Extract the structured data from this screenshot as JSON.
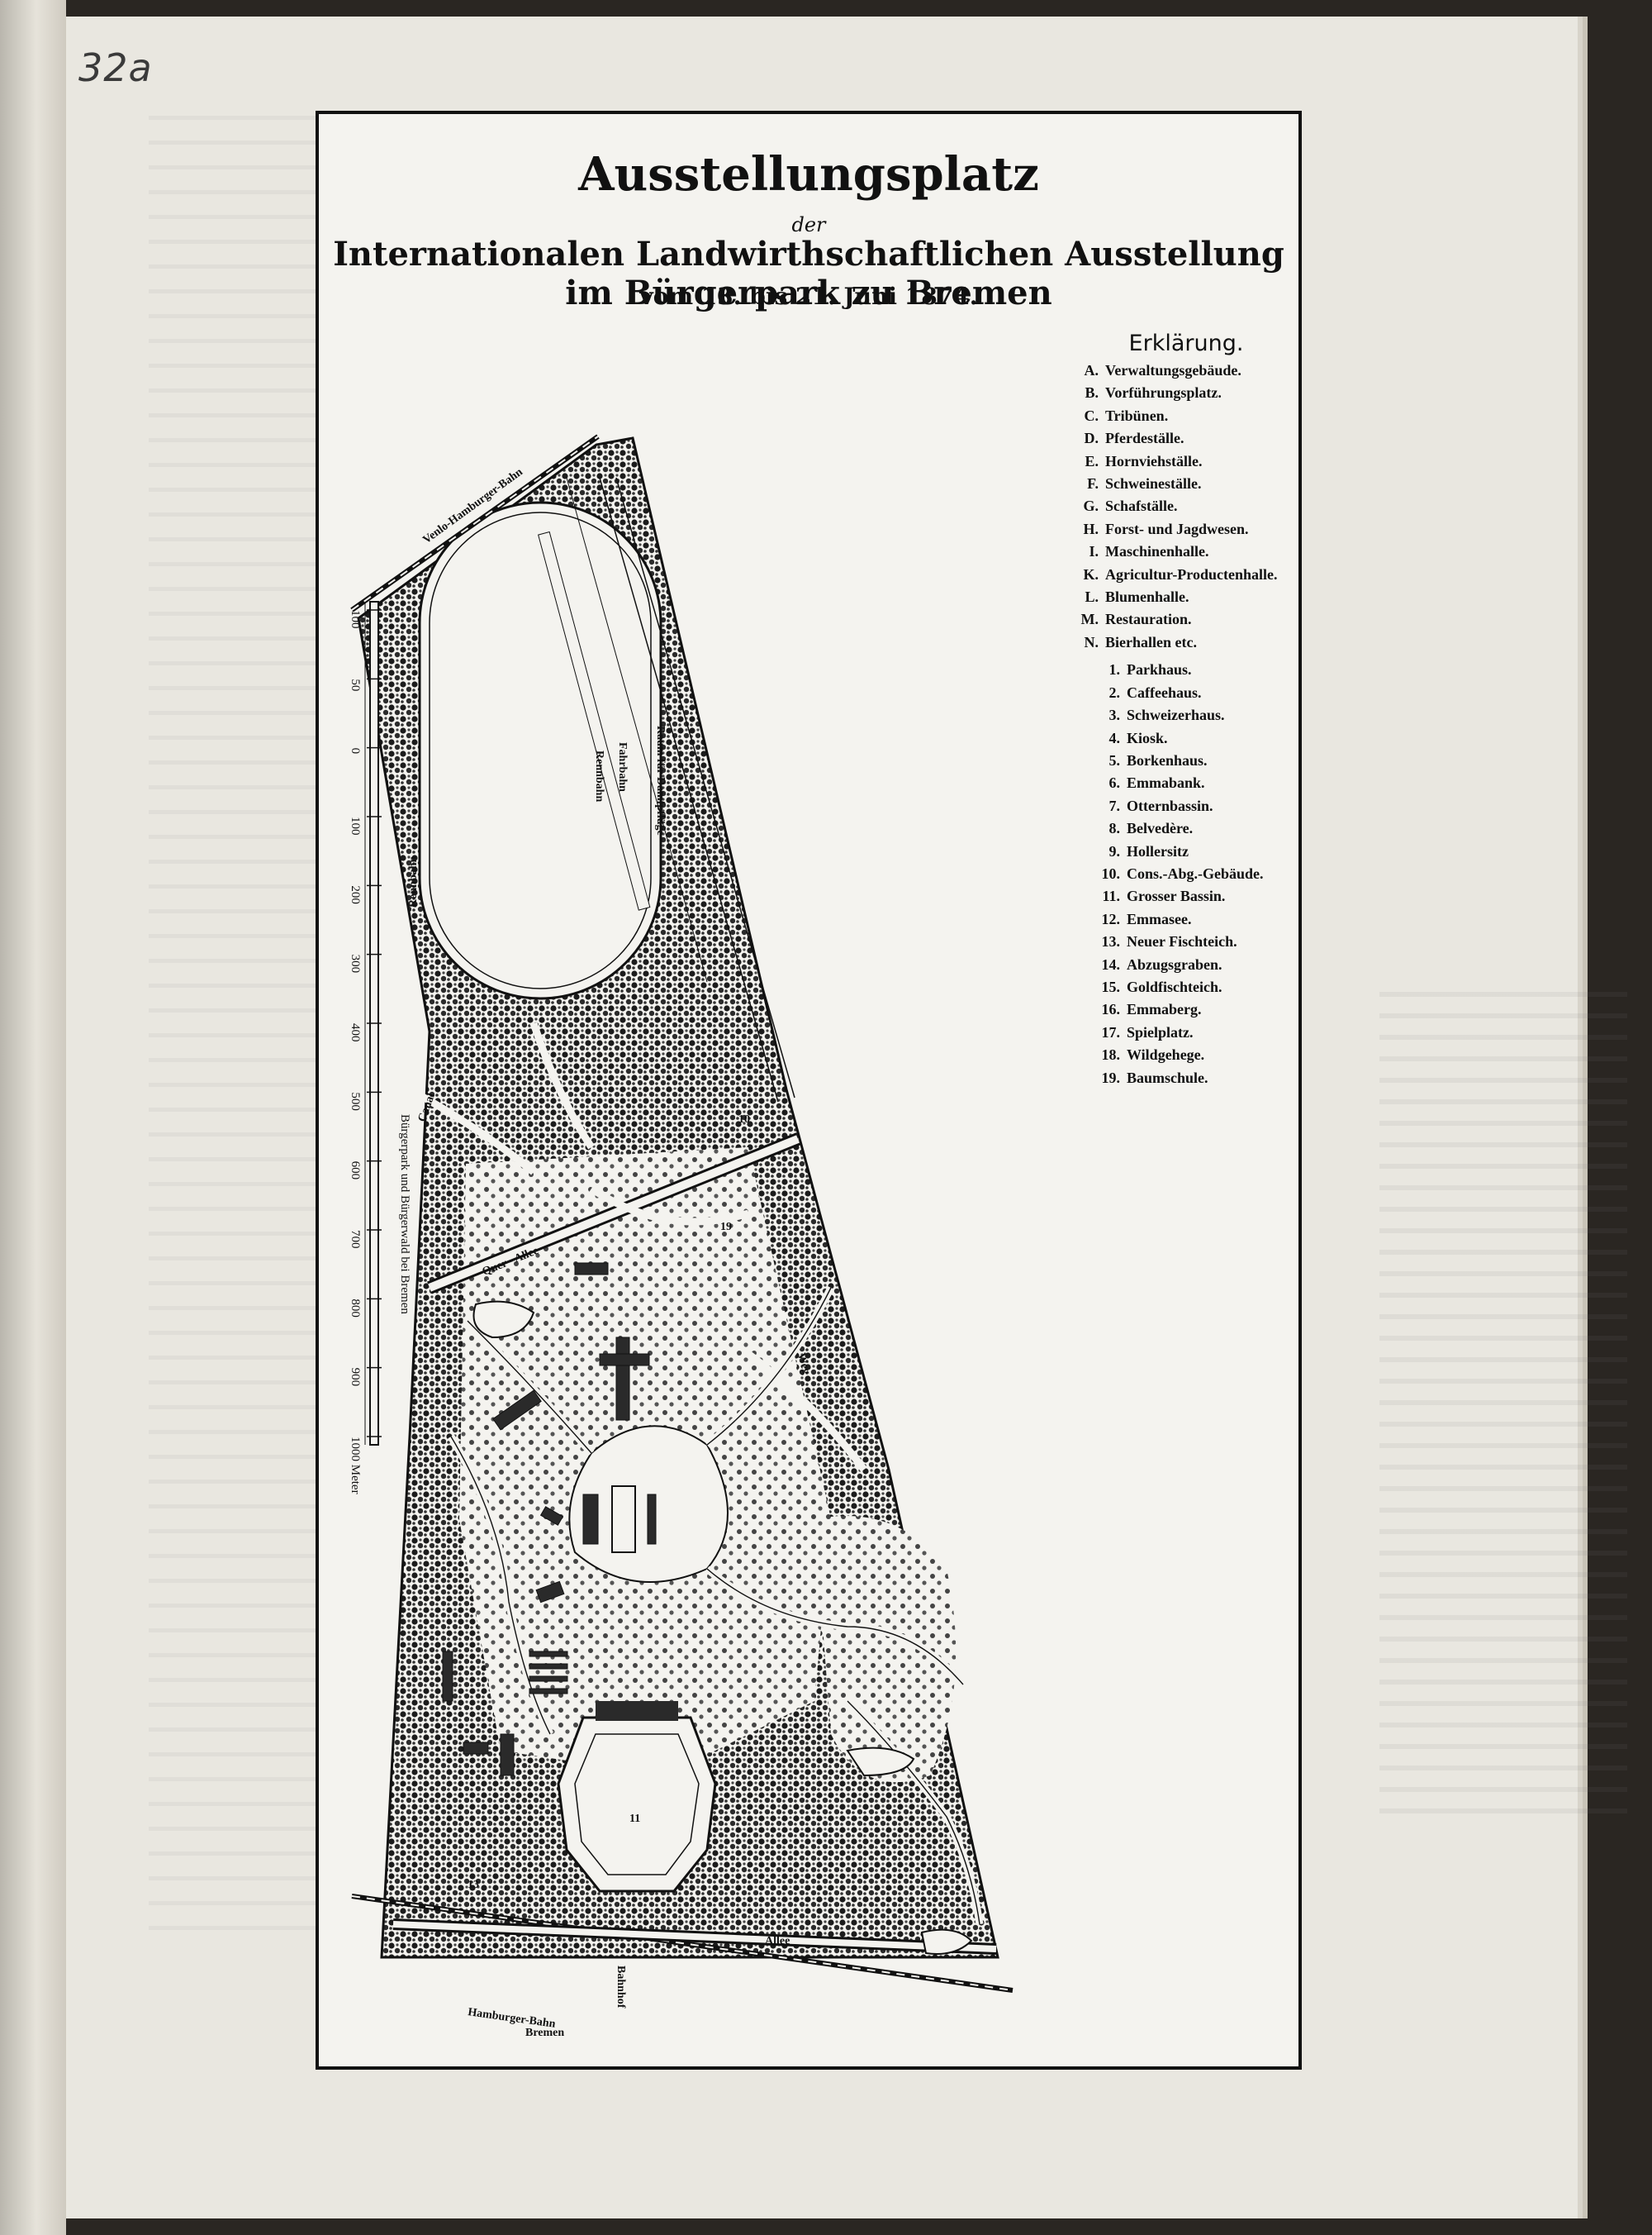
{
  "folio": "32a",
  "map": {
    "title": "Ausstellungsplatz",
    "title_connector": "der",
    "subtitle": "Internationalen Landwirthschaftlichen Ausstellung im Bürgerpark zu Bremen",
    "dates": "vom 13. bis 21. Juni 1874.",
    "legend_heading": "Erklärung.",
    "legend_letters": [
      {
        "key": "A.",
        "label": "Verwaltungsgebäude."
      },
      {
        "key": "B.",
        "label": "Vorführungsplatz."
      },
      {
        "key": "C.",
        "label": "Tribünen."
      },
      {
        "key": "D.",
        "label": "Pferdeställe."
      },
      {
        "key": "E.",
        "label": "Hornviehställe."
      },
      {
        "key": "F.",
        "label": "Schweineställe."
      },
      {
        "key": "G.",
        "label": "Schafställe."
      },
      {
        "key": "H.",
        "label": "Forst- und Jagdwesen."
      },
      {
        "key": "I.",
        "label": "Maschinenhalle."
      },
      {
        "key": "K.",
        "label": "Agricultur-Productenhalle."
      },
      {
        "key": "L.",
        "label": "Blumenhalle."
      },
      {
        "key": "M.",
        "label": "Restauration."
      },
      {
        "key": "N.",
        "label": "Bierhallen etc."
      }
    ],
    "legend_numbers": [
      {
        "key": "1.",
        "label": "Parkhaus."
      },
      {
        "key": "2.",
        "label": "Caffeehaus."
      },
      {
        "key": "3.",
        "label": "Schweizerhaus."
      },
      {
        "key": "4.",
        "label": "Kiosk."
      },
      {
        "key": "5.",
        "label": "Borkenhaus."
      },
      {
        "key": "6.",
        "label": "Emmabank."
      },
      {
        "key": "7.",
        "label": "Otternbassin."
      },
      {
        "key": "8.",
        "label": "Belvedère."
      },
      {
        "key": "9.",
        "label": "Hollersitz"
      },
      {
        "key": "10.",
        "label": "Cons.-Abg.-Gebäude."
      },
      {
        "key": "11.",
        "label": "Grosser Bassin."
      },
      {
        "key": "12.",
        "label": "Emmasee."
      },
      {
        "key": "13.",
        "label": "Neuer Fischteich."
      },
      {
        "key": "14.",
        "label": "Abzugsgraben."
      },
      {
        "key": "15.",
        "label": "Goldfischteich."
      },
      {
        "key": "16.",
        "label": "Emmaberg."
      },
      {
        "key": "17.",
        "label": "Spielplatz."
      },
      {
        "key": "18.",
        "label": "Wildgehege."
      },
      {
        "key": "19.",
        "label": "Baumschule."
      }
    ],
    "scale": {
      "title": "Bürgerpark und Bürgerwald bei Bremen",
      "ticks": [
        "100",
        "50",
        "0",
        "100",
        "200",
        "300",
        "400",
        "500",
        "600",
        "700",
        "800",
        "900",
        "1000 Meter"
      ]
    },
    "labels": {
      "venlo_railway": "Venlo-Hamburger-Bahn",
      "hamburg_railway": "Hamburger-Bahn",
      "rennbahn": "Rennbahn",
      "canal": "Canal",
      "quer_allee": "Quer - Allee",
      "haupt_allee": "Allee",
      "city": "Bremen",
      "track_1": "Rennbahn",
      "track_2": "Fahrbahn",
      "track_3": "Raum für Damfpflüge",
      "lane_right": "Weg",
      "stop_19": "19",
      "stop_10": "10",
      "stop_11": "11",
      "stop_13": "13",
      "station": "Bahnhof"
    },
    "colors": {
      "ink": "#111111",
      "paper": "#f4f3ef",
      "sheet": "#e9e7e0",
      "background": "#2a2622"
    }
  }
}
